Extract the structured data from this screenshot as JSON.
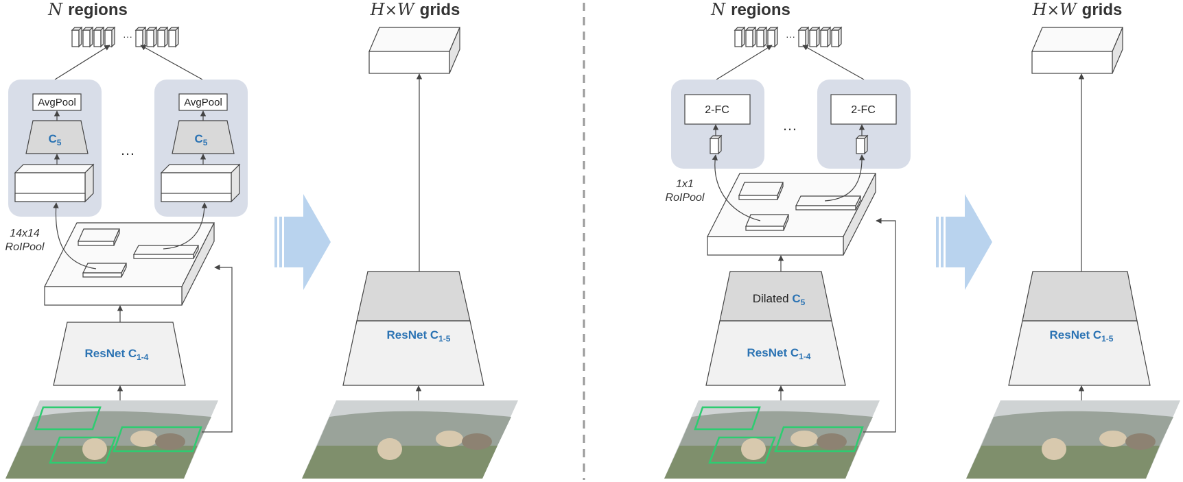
{
  "titles": {
    "regions_var": "N",
    "regions_word": "regions",
    "grids_var_h": "H",
    "grids_times": "×",
    "grids_var_w": "W",
    "grids_word": "grids"
  },
  "labels": {
    "avgpool": "AvgPool",
    "c5_main": "C",
    "c5_sub": "5",
    "resnet_main": "ResNet C",
    "resnet_sub_14": "1-4",
    "resnet_sub_15": "1-5",
    "dilated_prefix": "Dilated ",
    "fc": "2-FC",
    "roipool_14_line1": "14x14",
    "roipool_14_line2": "RoIPool",
    "roipool_1_line1": "1x1",
    "roipool_1_line2": "RoIPool",
    "ellipsis": "…",
    "ellipsis_small": "···"
  },
  "colors": {
    "accent_blue": "#2b73b3",
    "region_panel": "#d8dde8",
    "roi_box": "#2ecc71",
    "transition_arrow": "#b9d3ee"
  }
}
